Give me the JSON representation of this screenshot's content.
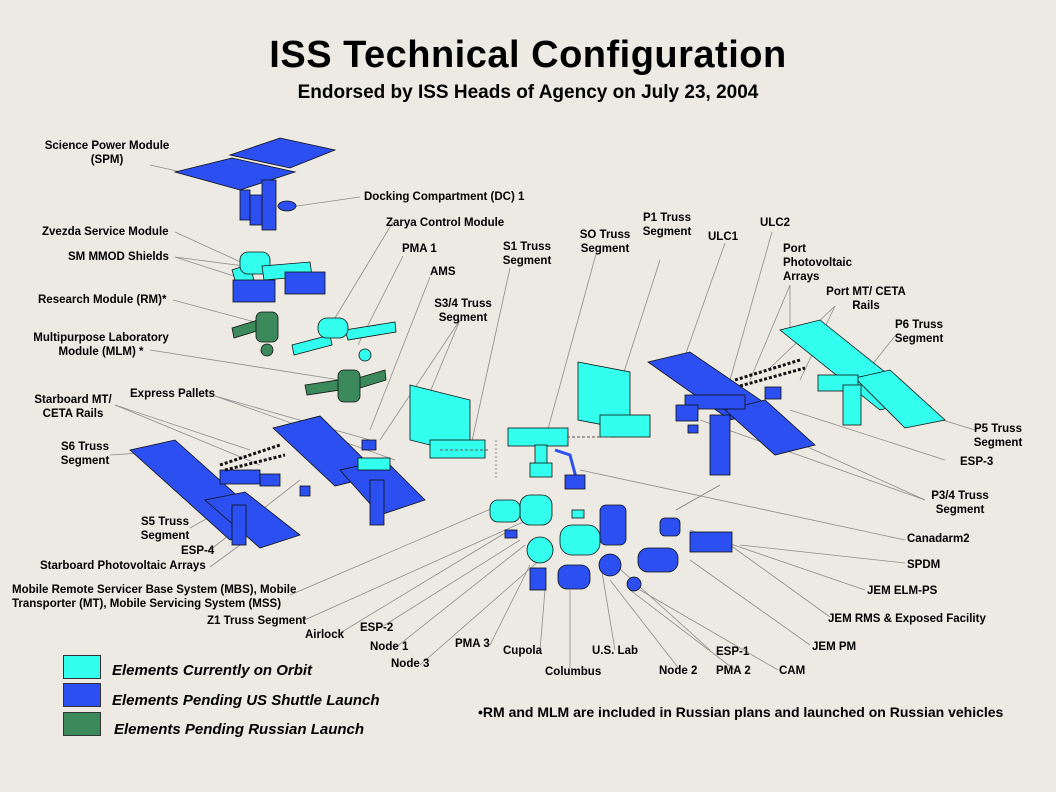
{
  "title": "ISS Technical Configuration",
  "subtitle": "Endorsed by ISS Heads of Agency on July 23, 2004",
  "colors": {
    "on_orbit": "#33ffee",
    "pending_us": "#2b4ff0",
    "pending_russian": "#3c8a5c",
    "background": "#edeae3"
  },
  "labels": {
    "spm": "Science Power Module",
    "spm2": "(SPM)",
    "dc1": "Docking Compartment (DC) 1",
    "zarya": "Zarya Control Module",
    "zvezda": "Zvezda Service Module",
    "sm_mmod": "SM MMOD Shields",
    "rm": "Research Module (RM)*",
    "mlm1": "Multipurpose Laboratory",
    "mlm2": "Module (MLM) *",
    "pma1": "PMA 1",
    "ams": "AMS",
    "s34_1": "S3/4 Truss",
    "s34_2": "Segment",
    "s1_1": "S1 Truss",
    "s1_2": "Segment",
    "so_1": "SO Truss",
    "so_2": "Segment",
    "p1_1": "P1 Truss",
    "p1_2": "Segment",
    "ulc1": "ULC1",
    "ulc2": "ULC2",
    "ppa1": "Port",
    "ppa2": "Photovoltaic",
    "ppa3": "Arrays",
    "pmt1": "Port MT/ CETA",
    "pmt2": "Rails",
    "p6_1": "P6 Truss",
    "p6_2": "Segment",
    "p5_1": "P5 Truss",
    "p5_2": "Segment",
    "esp3": "ESP-3",
    "p34_1": "P3/4 Truss",
    "p34_2": "Segment",
    "canadarm2": "Canadarm2",
    "spdm": "SPDM",
    "jem_elm": "JEM ELM-PS",
    "jem_rms": "JEM RMS & Exposed Facility",
    "jem_pm": "JEM PM",
    "cam": "CAM",
    "pma2": "PMA 2",
    "esp1": "ESP-1",
    "node2": "Node 2",
    "us_lab": "U.S. Lab",
    "columbus": "Columbus",
    "cupola": "Cupola",
    "pma3": "PMA 3",
    "node3": "Node 3",
    "node1": "Node 1",
    "esp2": "ESP-2",
    "airlock": "Airlock",
    "z1": "Z1 Truss Segment",
    "mbs1": "Mobile Remote Servicer Base System (MBS), Mobile",
    "mbs2": "Transporter (MT), Mobile Servicing System (MSS)",
    "spa": "Starboard Photovoltaic Arrays",
    "esp4": "ESP-4",
    "s5_1": "S5 Truss",
    "s5_2": "Segment",
    "s6_1": "S6 Truss",
    "s6_2": "Segment",
    "smt1": "Starboard MT/",
    "smt2": "CETA Rails",
    "express": "Express Pallets"
  },
  "legend": [
    {
      "label": "Elements Currently on Orbit",
      "color": "#33ffee"
    },
    {
      "label": "Elements Pending US Shuttle Launch",
      "color": "#2b4ff0"
    },
    {
      "label": "Elements Pending Russian Launch",
      "color": "#3c8a5c"
    }
  ],
  "footnote": "•RM and MLM are included in Russian plans and launched on Russian vehicles"
}
